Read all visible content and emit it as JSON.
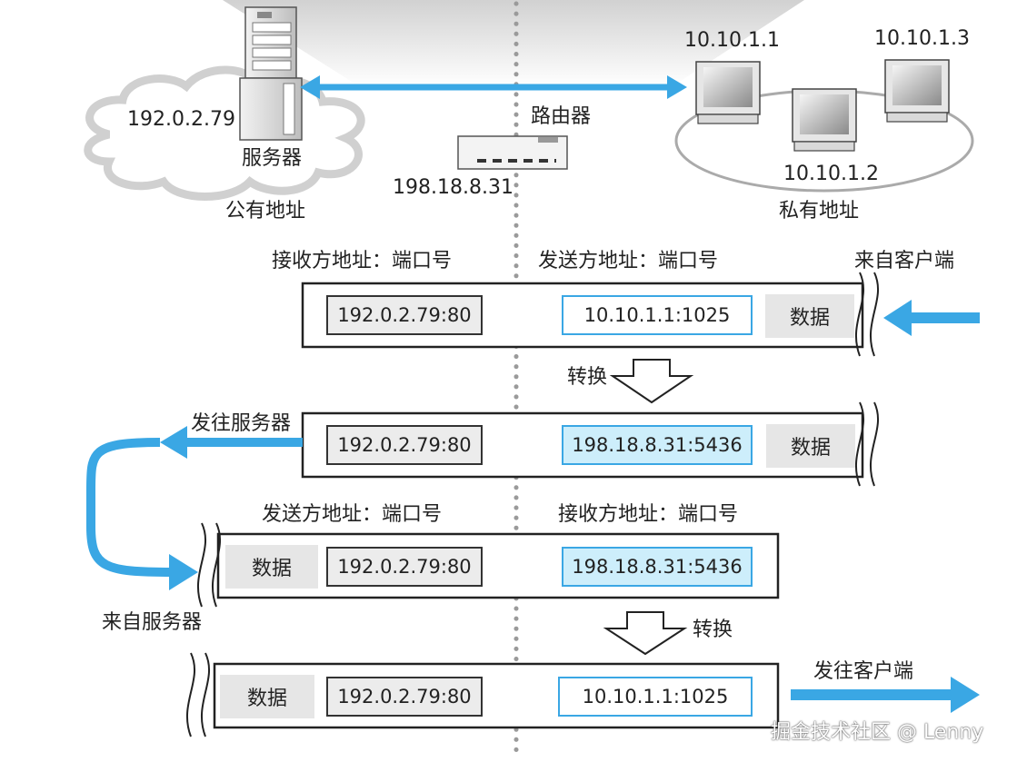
{
  "top": {
    "server_ip": "192.0.2.79",
    "server_label": "服务器",
    "public_label": "公有地址",
    "router_label": "路由器",
    "router_ip": "198.18.8.31",
    "client1_ip": "10.10.1.1",
    "client2_ip": "10.10.1.2",
    "client3_ip": "10.10.1.3",
    "private_label": "私有地址"
  },
  "packet1": {
    "left_header": "接收方地址：端口号",
    "right_header": "发送方地址：端口号",
    "source_note": "来自客户端",
    "dst": "192.0.2.79:80",
    "src": "10.10.1.1:1025",
    "payload": "数据"
  },
  "convert1": "转换",
  "packet2": {
    "note": "发往服务器",
    "dst": "192.0.2.79:80",
    "src": "198.18.8.31:5436",
    "payload": "数据"
  },
  "packet3": {
    "left_header": "发送方地址：端口号",
    "right_header": "接收方地址：端口号",
    "note": "来自服务器",
    "payload": "数据",
    "src": "192.0.2.79:80",
    "dst": "198.18.8.31:5436"
  },
  "convert2": "转换",
  "packet4": {
    "note": "发往客户端",
    "payload": "数据",
    "src": "192.0.2.79:80",
    "dst": "10.10.1.1:1025"
  },
  "watermark": "掘金技术社区 @ Lenny",
  "colors": {
    "arrow_blue": "#3aa7e4",
    "light_blue_fill": "#cdeefb",
    "box_gray": "#ececec"
  }
}
